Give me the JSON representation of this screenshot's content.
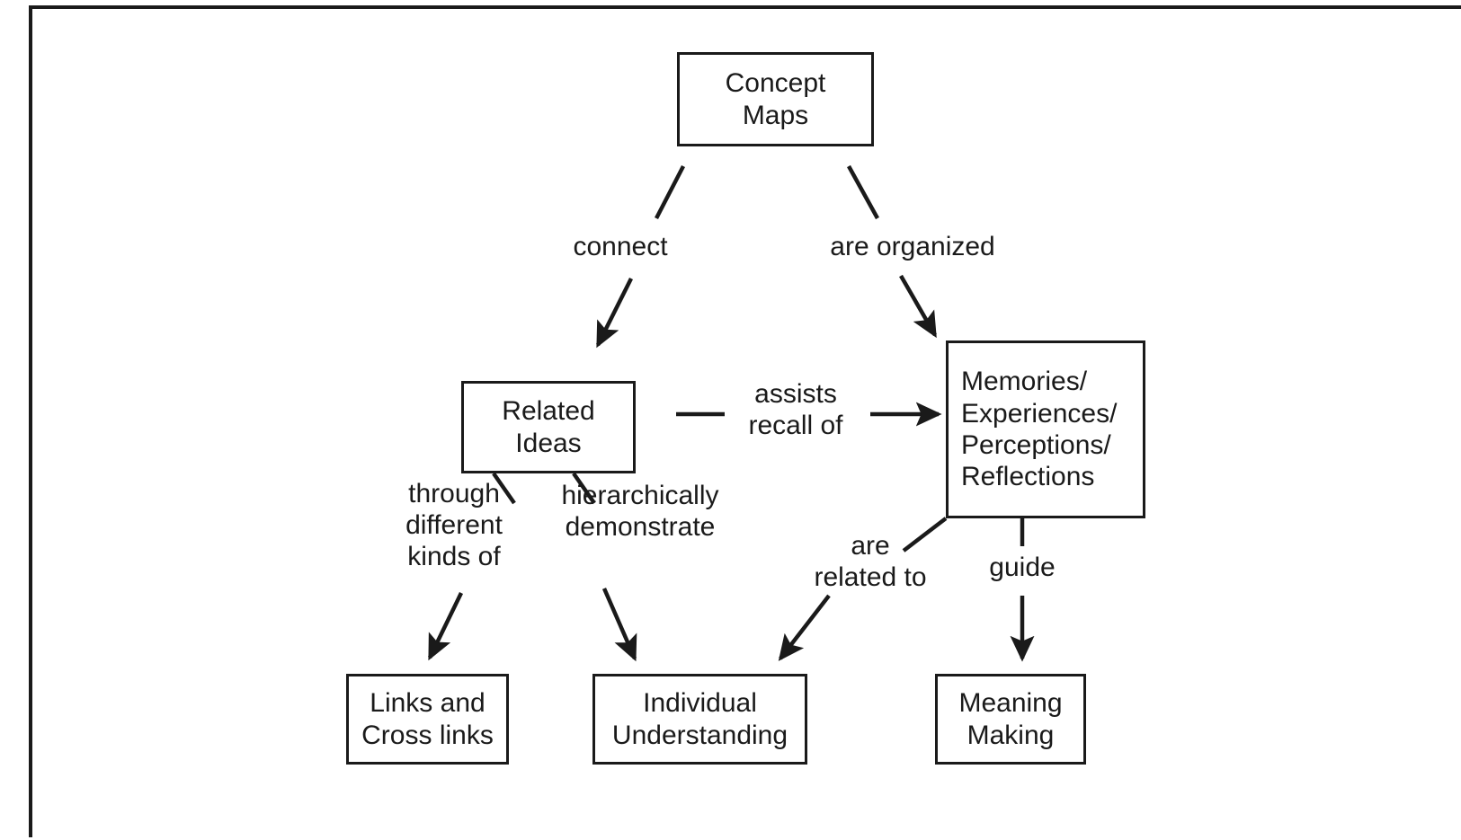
{
  "diagram": {
    "type": "concept-map",
    "title": "Concept Maps",
    "nodes": [
      {
        "id": "concept-maps",
        "label": "Concept\nMaps"
      },
      {
        "id": "related-ideas",
        "label": "Related\nIdeas"
      },
      {
        "id": "memories",
        "label": "Memories/\nExperiences/\nPerceptions/\nReflections"
      },
      {
        "id": "links",
        "label": "Links and\nCross links"
      },
      {
        "id": "individual",
        "label": "Individual\nUnderstanding"
      },
      {
        "id": "meaning",
        "label": "Meaning\nMaking"
      }
    ],
    "edges": [
      {
        "from": "concept-maps",
        "to": "related-ideas",
        "label": "connect"
      },
      {
        "from": "concept-maps",
        "to": "memories",
        "label": "are organized"
      },
      {
        "from": "related-ideas",
        "to": "memories",
        "label": "assists\nrecall of"
      },
      {
        "from": "related-ideas",
        "to": "links",
        "label": "through\ndifferent\nkinds of"
      },
      {
        "from": "related-ideas",
        "to": "individual",
        "label": "hierarchically\ndemonstrate"
      },
      {
        "from": "memories",
        "to": "individual",
        "label": "are\nrelated to"
      },
      {
        "from": "memories",
        "to": "meaning",
        "label": "guide"
      }
    ],
    "colors": {
      "stroke": "#1a1a1a",
      "background": "#ffffff",
      "text": "#1a1a1a"
    }
  }
}
